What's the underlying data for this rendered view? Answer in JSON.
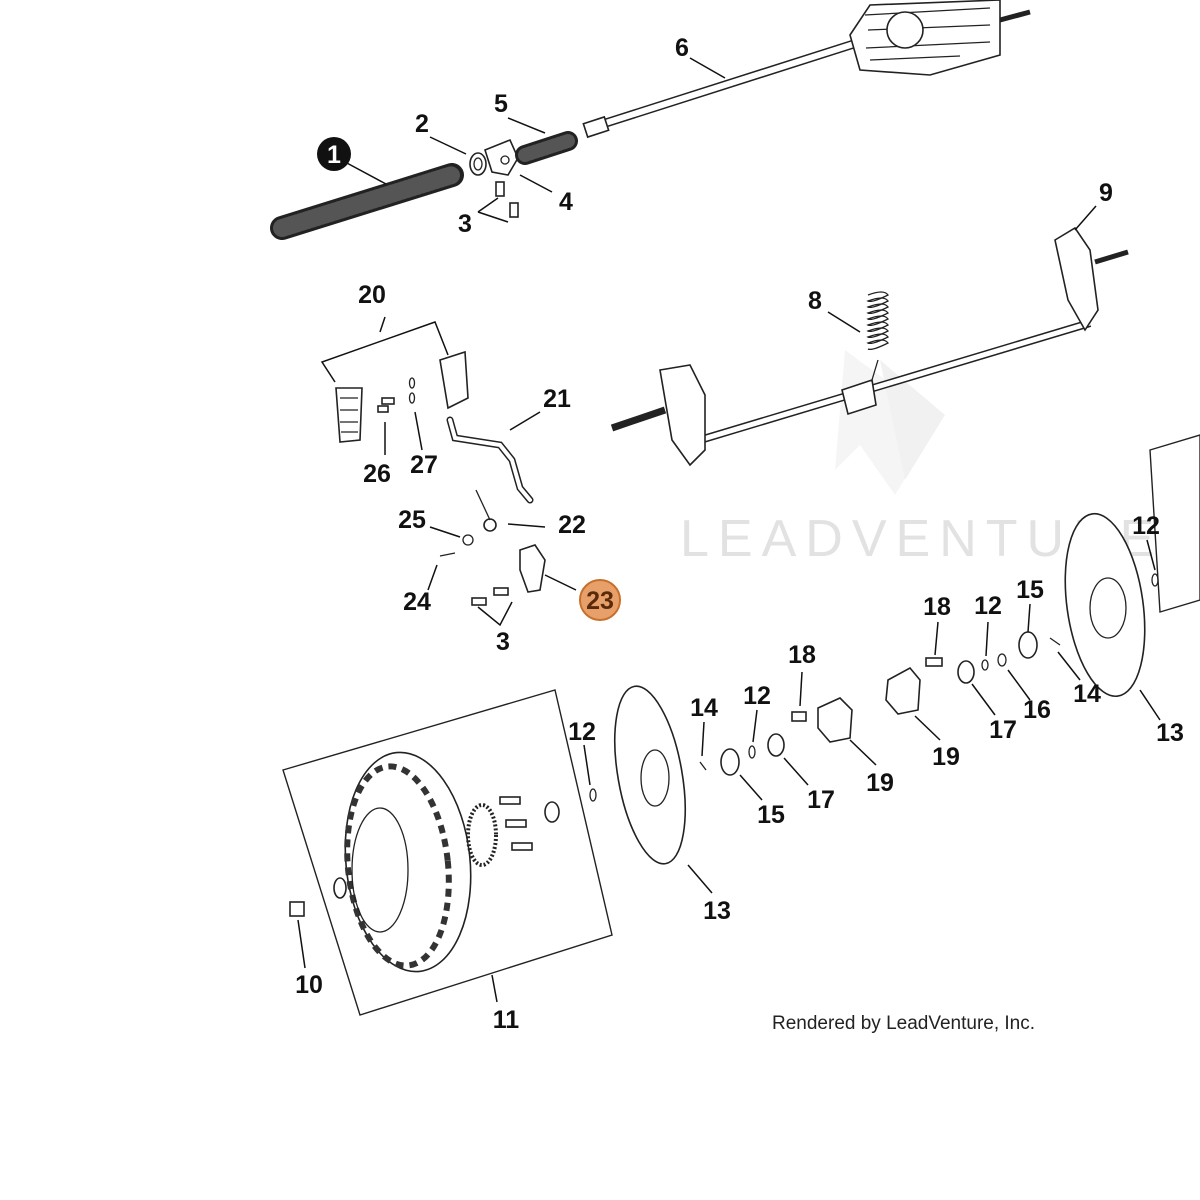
{
  "diagram": {
    "watermark_text": "LEADVENTURE",
    "credit_text": "Rendered by LeadVenture, Inc.",
    "colors": {
      "highlight_fill": "#e8a06a",
      "highlight_stroke": "#c8702a",
      "callout_black": "#111111",
      "line": "#222222",
      "watermark": "#e2e2e2"
    },
    "callouts": {
      "c1": "1",
      "c2": "2",
      "c3a": "3",
      "c4": "4",
      "c5": "5",
      "c6": "6",
      "c8": "8",
      "c9": "9",
      "c20": "20",
      "c21": "21",
      "c26": "26",
      "c27": "27",
      "c25": "25",
      "c22": "22",
      "c24": "24",
      "c23": "23",
      "c3b": "3",
      "c12a": "12",
      "c15a": "15",
      "c18a": "18",
      "c12b": "12",
      "c14a": "14",
      "c16": "16",
      "c17a": "17",
      "c19a": "19",
      "c13a": "13",
      "c18b": "18",
      "c12c": "12",
      "c14b": "14",
      "c19b": "19",
      "c17b": "17",
      "c15b": "15",
      "c12d": "12",
      "c13b": "13",
      "c10": "10",
      "c11": "11"
    },
    "icons": [
      "solid-callout-icon",
      "highlighted-callout-icon",
      "leadventure-logo-icon"
    ]
  }
}
